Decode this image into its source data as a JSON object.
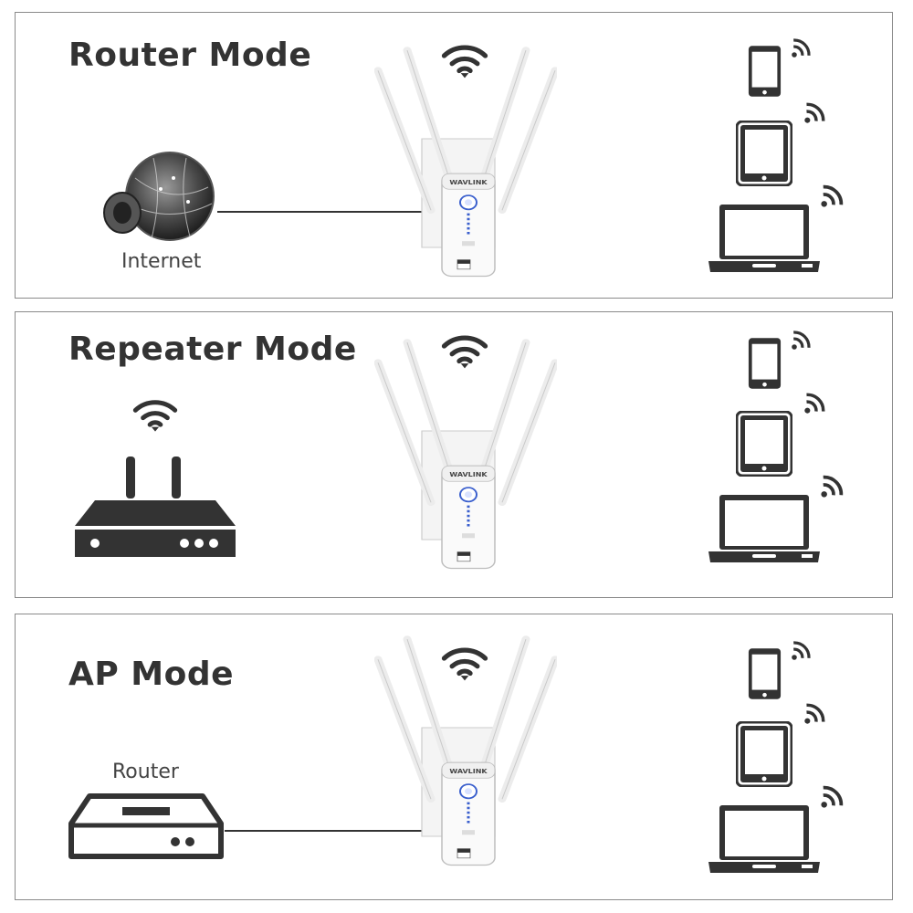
{
  "panels": [
    {
      "mode_title": "Router Mode",
      "source_label": "Internet",
      "source_icon": "globe-internet-icon",
      "device_brand": "WAVLINK",
      "client_icons": [
        "smartphone-icon",
        "tablet-icon",
        "laptop-icon"
      ]
    },
    {
      "mode_title": "Repeater Mode",
      "source_label": "",
      "source_icon": "wireless-router-icon",
      "device_brand": "WAVLINK",
      "client_icons": [
        "smartphone-icon",
        "tablet-icon",
        "laptop-icon"
      ]
    },
    {
      "mode_title": "AP Mode",
      "source_label": "Router",
      "source_icon": "wired-router-icon",
      "device_brand": "WAVLINK",
      "client_icons": [
        "smartphone-icon",
        "tablet-icon",
        "laptop-icon"
      ]
    }
  ],
  "colors": {
    "icon_dark": "#333333",
    "border": "#8a8a8a",
    "device_white": "#f4f4f4",
    "led_blue": "#3a5fcd"
  }
}
